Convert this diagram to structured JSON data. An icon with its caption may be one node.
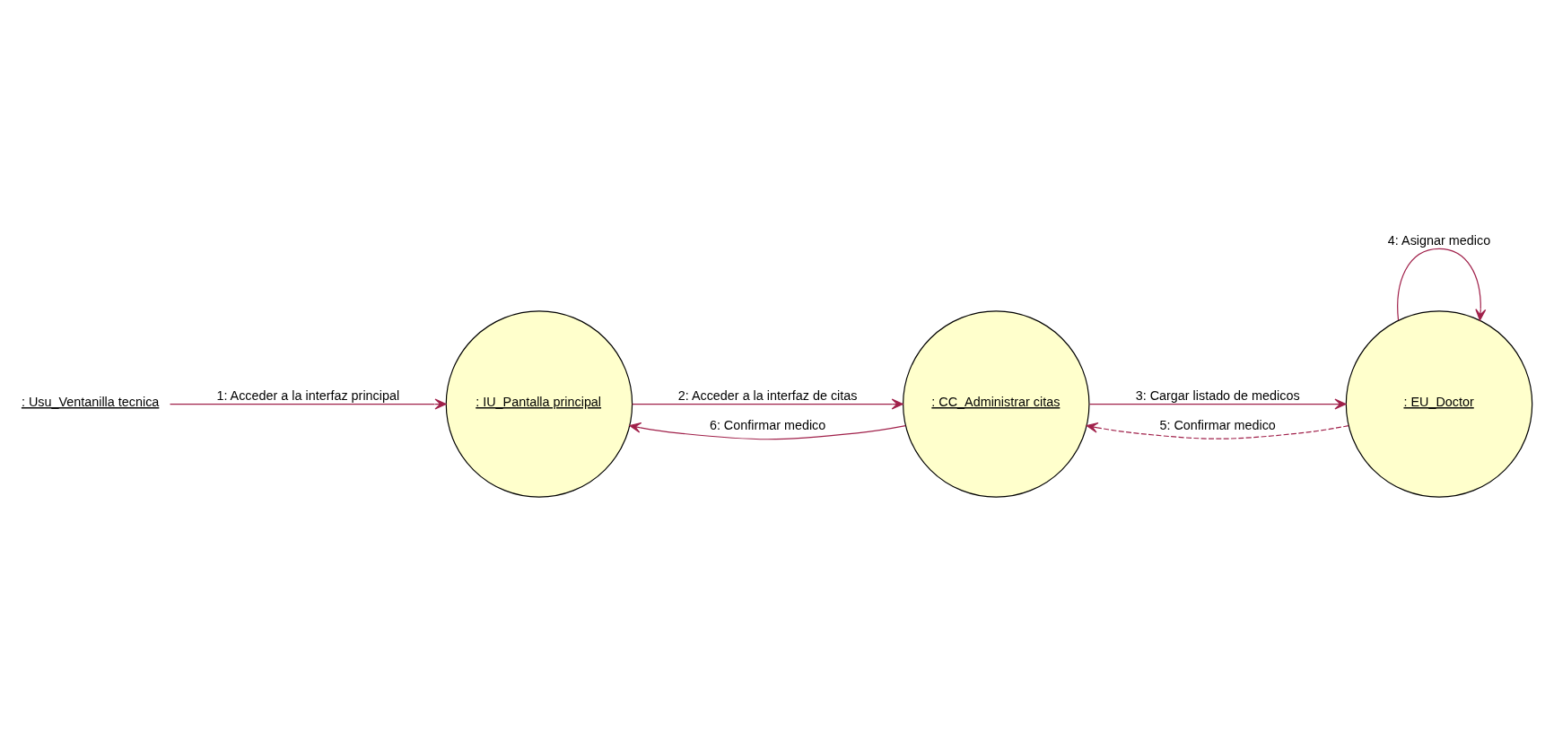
{
  "diagram": {
    "nodes": [
      {
        "text": [
          ": IU_Pantalla principal"
        ]
      },
      {
        "text": [
          ": CC_Administrar citas"
        ]
      },
      {
        "text": [
          ": EU_Doctor"
        ]
      },
      {
        "text": [
          ": Usu_Ventanilla tecnica"
        ]
      }
    ],
    "edges": [
      {
        "from": 3,
        "to": 0,
        "arrow": "to",
        "label": "1: Acceder a la interfaz principal"
      },
      {
        "from": 0,
        "to": 1,
        "arrow": "to",
        "label": "2: Acceder a la interfaz de citas"
      },
      {
        "from": 1,
        "to": 2,
        "arrow": "to",
        "label": "3: Cargar listado de medicos"
      },
      {
        "from": 2,
        "to": 2,
        "arrow": "to",
        "label": "4: Asignar medico"
      },
      {
        "from": 2,
        "to": 1,
        "arrow": "to",
        "label": "5: Confirmar medico",
        "style": "dashed"
      },
      {
        "from": 1,
        "to": 0,
        "arrow": "to",
        "label": "6: Confirmar medico"
      }
    ]
  }
}
